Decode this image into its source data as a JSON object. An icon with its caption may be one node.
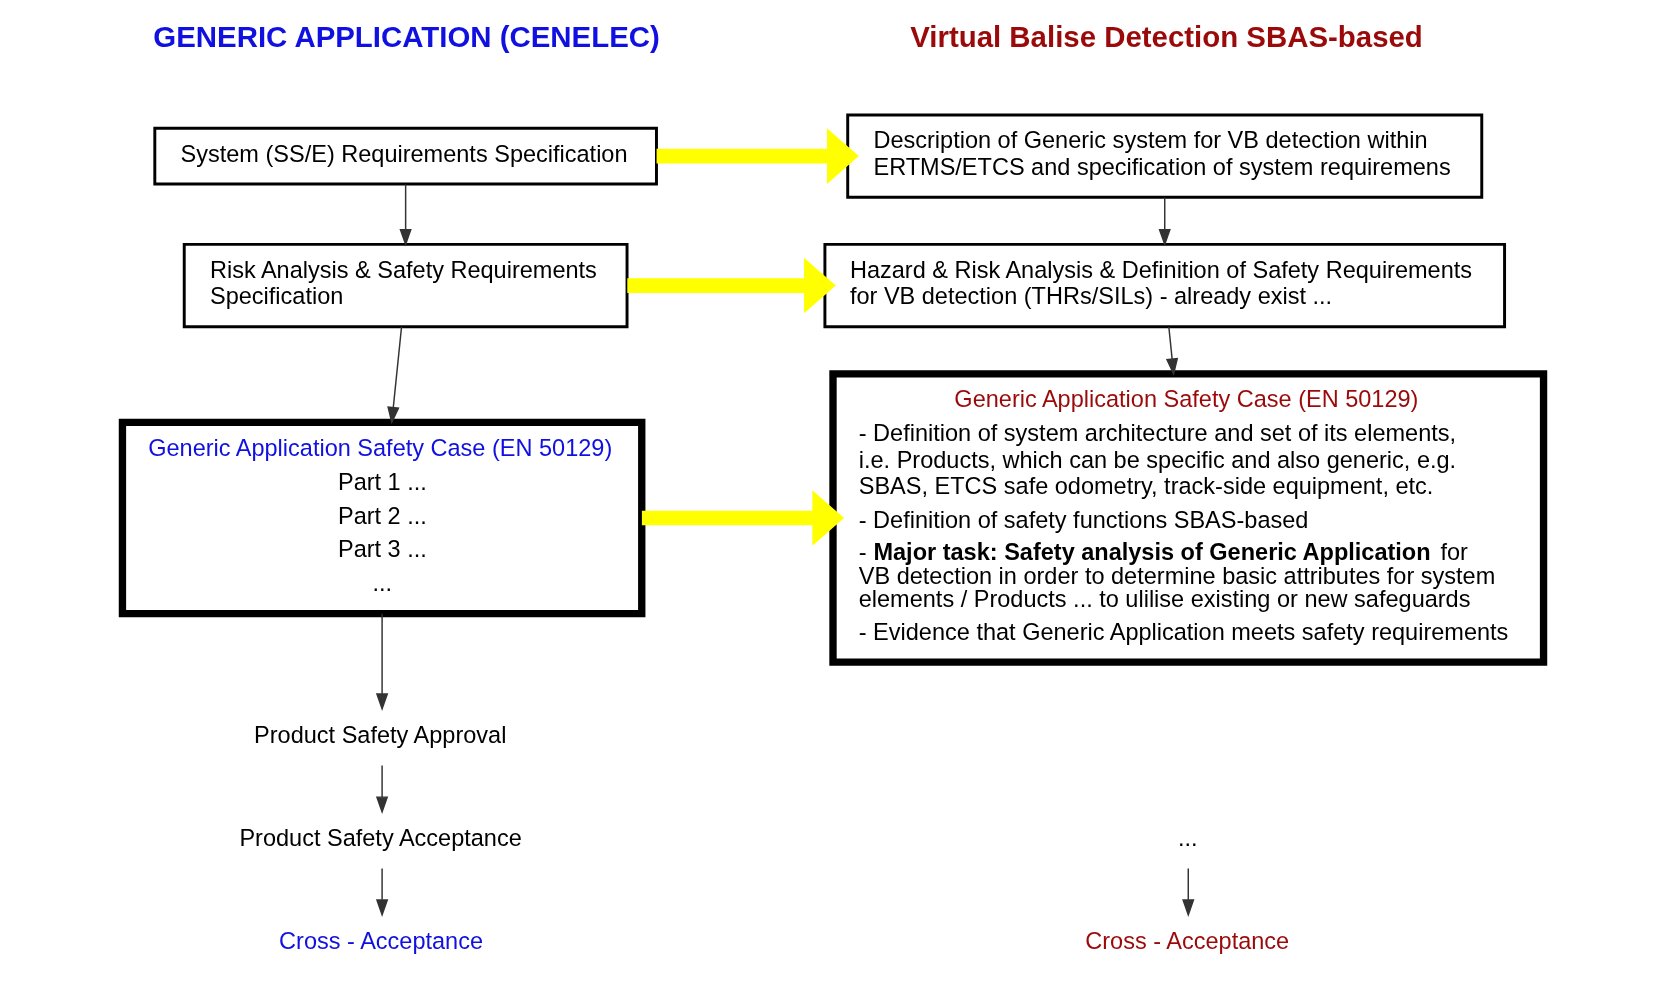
{
  "diagram": {
    "nodes": [
      {
        "text": [
          "System (SS/E) Requirements Specification"
        ]
      },
      {
        "text": [
          "Risk Analysis & Safety Requirements Specification"
        ]
      },
      {
        "text": [
          "Generic Application Safety Case (EN 50129)",
          "Part 1 ...",
          "Part 2 ...",
          "Part 3 ...",
          "..."
        ]
      },
      {
        "text": [
          "Product Safety Approval"
        ]
      },
      {
        "text": [
          "Product Safety Acceptance"
        ]
      },
      {
        "text": [
          "Cross - Acceptance"
        ]
      },
      {
        "text": [
          "Description of Generic system for VB detection within ERTMS/ETCS and specification of system requiremens"
        ]
      },
      {
        "text": [
          "Hazard & Risk Analysis & Definition of Safety Requirements for VB detection (THRs/SILs) - already exist ..."
        ]
      },
      {
        "text": [
          "Generic Application Safety Case (EN 50129)",
          "- Definition of system architecture and set of its elements, i.e. Products, which can be specific and also generic, e.g. SBAS, ETCS safe odometry, track-side equipment, etc.",
          "- Definition of safety functions SBAS-based",
          "- **Major task: Safety analysis of Generic Application** for VB detection in order to determine basic attributes for system elements / Products ... to ulilise existing or new safeguards",
          "- Evidence that Generic Application meets safety requirements"
        ]
      },
      {
        "text": [
          "..."
        ]
      },
      {
        "text": [
          "Cross - Acceptance"
        ]
      }
    ],
    "edges": [
      {
        "from": 0,
        "to": 1,
        "arrow": "to"
      },
      {
        "from": 1,
        "to": 2,
        "arrow": "to"
      },
      {
        "from": 2,
        "to": 3,
        "arrow": "to"
      },
      {
        "from": 3,
        "to": 4,
        "arrow": "to"
      },
      {
        "from": 4,
        "to": 5,
        "arrow": "to"
      },
      {
        "from": 6,
        "to": 7,
        "arrow": "to"
      },
      {
        "from": 7,
        "to": 8,
        "arrow": "to"
      },
      {
        "from": 9,
        "to": 10,
        "arrow": "to"
      },
      {
        "from": 0,
        "to": 6,
        "arrow": "to",
        "style": "thick",
        "color": "#ffff00"
      },
      {
        "from": 1,
        "to": 7,
        "arrow": "to",
        "style": "thick",
        "color": "#ffff00"
      },
      {
        "from": 2,
        "to": 8,
        "arrow": "to",
        "style": "thick",
        "color": "#ffff00"
      }
    ],
    "labels": [
      "GENERIC APPLICATION (CENELEC)",
      "Virtual Balise Detection SBAS-based"
    ]
  }
}
